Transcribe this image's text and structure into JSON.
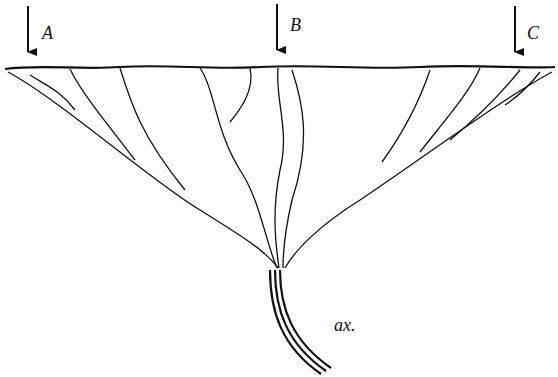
{
  "diagram": {
    "labels": [
      "A",
      "B",
      "C",
      "ax."
    ]
  }
}
